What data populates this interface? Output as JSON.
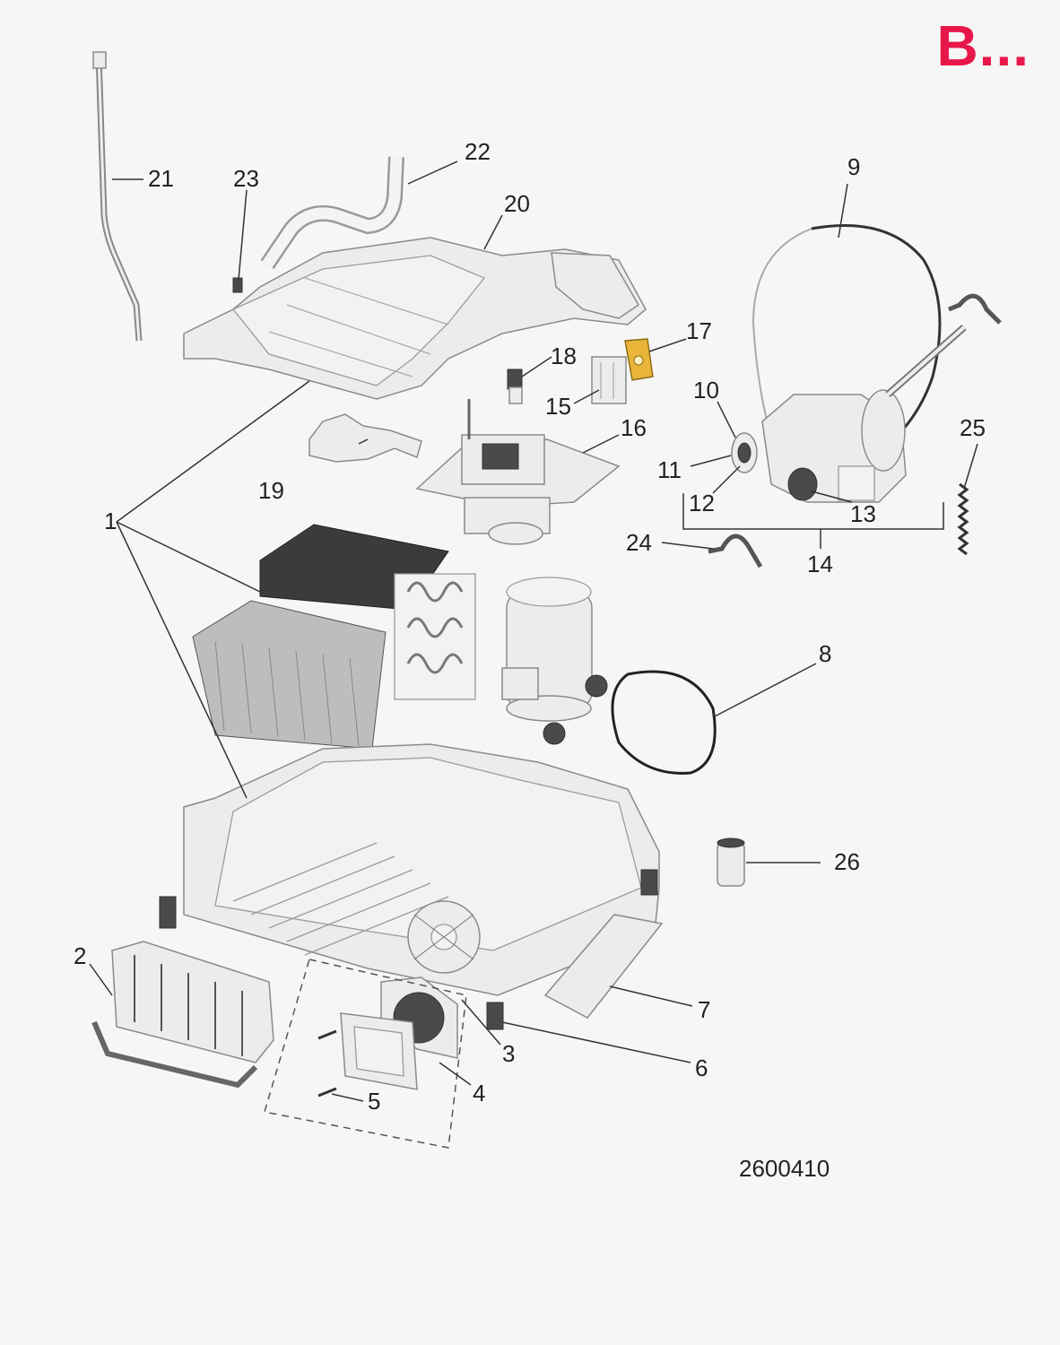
{
  "badge": "B...",
  "document_number": "2600410",
  "callouts": [
    "1",
    "2",
    "3",
    "4",
    "5",
    "6",
    "7",
    "8",
    "9",
    "10",
    "11",
    "12",
    "13",
    "14",
    "15",
    "16",
    "17",
    "18",
    "19",
    "20",
    "21",
    "22",
    "23",
    "24",
    "25",
    "26"
  ],
  "colors": {
    "badge": "#e8174a",
    "highlight_part": "#e8b43a",
    "background": "#f6f6f6"
  }
}
